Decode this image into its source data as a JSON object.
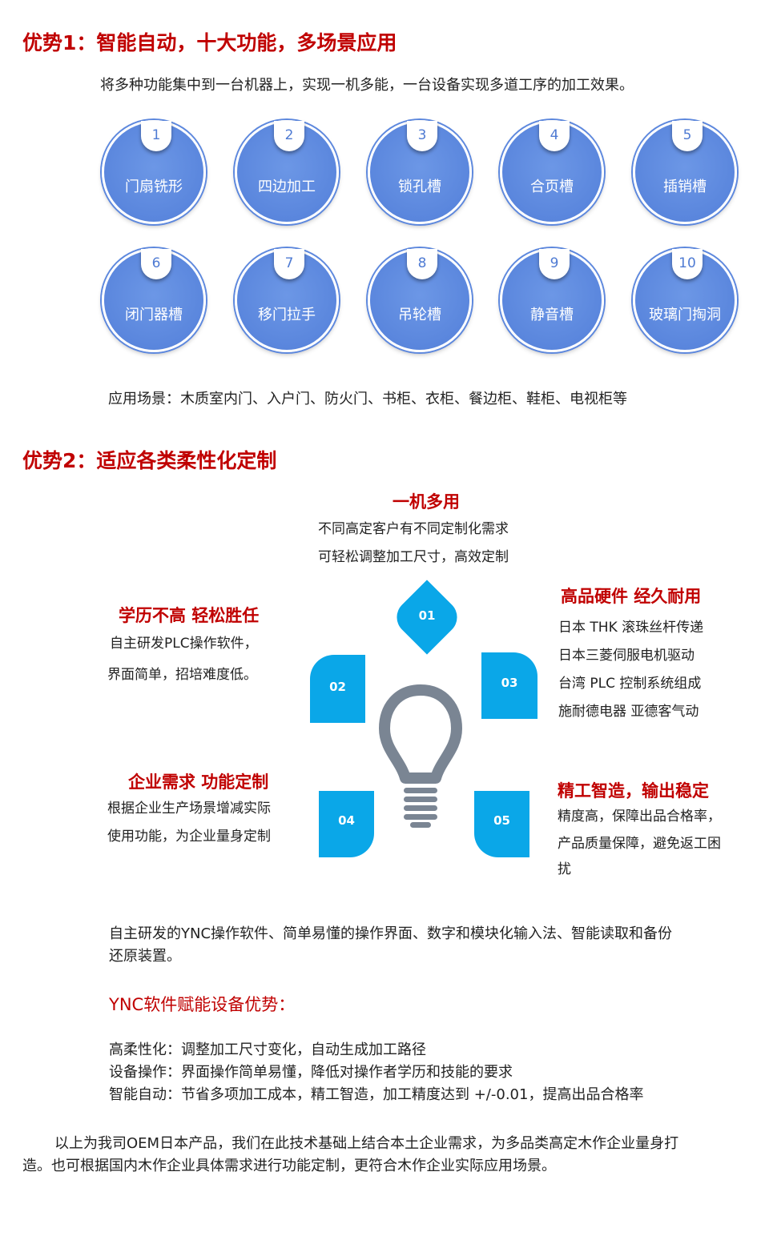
{
  "section1": {
    "title": "优势1：智能自动，十大功能，多场景应用",
    "intro": "将多种功能集中到一台机器上，实现一机多能，一台设备实现多道工序的加工效果。",
    "functions": [
      {
        "num": "1",
        "label": "门扇铣形"
      },
      {
        "num": "2",
        "label": "四边加工"
      },
      {
        "num": "3",
        "label": "锁孔槽"
      },
      {
        "num": "4",
        "label": "合页槽"
      },
      {
        "num": "5",
        "label": "插销槽"
      },
      {
        "num": "6",
        "label": "闭门器槽"
      },
      {
        "num": "7",
        "label": "移门拉手"
      },
      {
        "num": "8",
        "label": "吊轮槽"
      },
      {
        "num": "9",
        "label": "静音槽"
      },
      {
        "num": "10",
        "label": "玻璃门掏洞"
      }
    ],
    "scenes": "应用场景：木质室内门、入户门、防火门、书柜、衣柜、餐边柜、鞋柜、电视柜等"
  },
  "section2": {
    "title": "优势2：适应各类柔性化定制",
    "features": [
      {
        "num": "01",
        "title": "一机多用",
        "lines": [
          "不同高定客户有不同定制化需求",
          "可轻松调整加工尺寸，高效定制"
        ]
      },
      {
        "num": "02",
        "title": "学历不高  轻松胜任",
        "lines": [
          "自主研发PLC操作软件，",
          "界面简单，招培难度低。"
        ]
      },
      {
        "num": "03",
        "title": "高品硬件  经久耐用",
        "lines": [
          "日本 THK 滚珠丝杆传递",
          "日本三菱伺服电机驱动",
          "台湾 PLC 控制系统组成",
          "施耐德电器    亚德客气动"
        ]
      },
      {
        "num": "04",
        "title": "企业需求  功能定制",
        "lines": [
          "根据企业生产场景增减实际",
          "使用功能，为企业量身定制"
        ]
      },
      {
        "num": "05",
        "title": "精工智造，输出稳定",
        "lines": [
          "精度高，保障出品合格率，",
          "产品质量保障，避免返工困",
          "扰"
        ]
      }
    ],
    "software_desc_line1": "自主研发的YNC操作软件、简单易懂的操作界面、数字和模块化输入法、智能读取和备份",
    "software_desc_line2": "还原装置。",
    "ync_title": "YNC软件赋能设备优势：",
    "ync_points": [
      "高柔性化：调整加工尺寸变化，自动生成加工路径",
      "设备操作：界面操作简单易懂，降低对操作者学历和技能的要求",
      "智能自动：节省多项加工成本，精工智造，加工精度达到 +/-0.01，提高出品合格率"
    ]
  },
  "closing": {
    "line1": "以上为我司OEM日本产品，我们在此技术基础上结合本土企业需求，为多品类高定木作企业量身打",
    "line2": "造。也可根据国内木作企业具体需求进行功能定制，更符合木作企业实际应用场景。"
  },
  "colors": {
    "accent_red": "#c00000",
    "circle_blue": "#5a86dd",
    "petal_blue": "#0aa7e8",
    "bulb_gray": "#7a8593"
  }
}
